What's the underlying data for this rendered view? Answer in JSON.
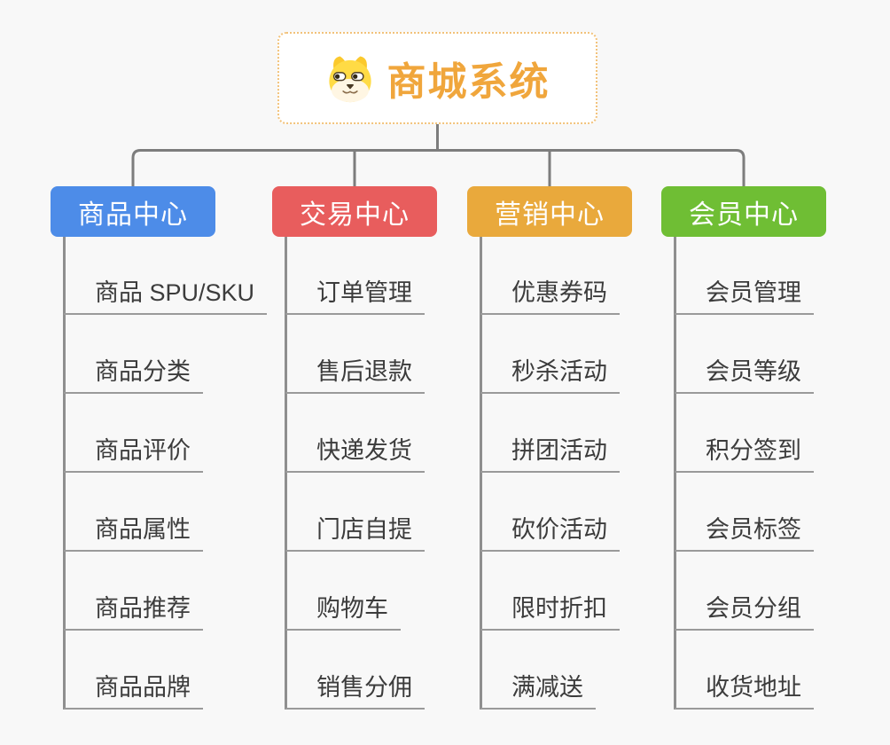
{
  "canvas": {
    "background": "#f8f8f8"
  },
  "root": {
    "title": "商城系统",
    "icon": "dog-face-icon",
    "text_color": "#F0A63C",
    "border_color": "#F2C27A",
    "background": "#FFFFFF"
  },
  "connectors": {
    "color": "#7d7d7d"
  },
  "branches": [
    {
      "title": "商品中心",
      "color": "#4D8CE8",
      "children": [
        "商品 SPU/SKU",
        "商品分类",
        "商品评价",
        "商品属性",
        "商品推荐",
        "商品品牌"
      ]
    },
    {
      "title": "交易中心",
      "color": "#E85D5D",
      "children": [
        "订单管理",
        "售后退款",
        "快递发货",
        "门店自提",
        "购物车",
        "销售分佣"
      ]
    },
    {
      "title": "营销中心",
      "color": "#E9A93C",
      "children": [
        "优惠券码",
        "秒杀活动",
        "拼团活动",
        "砍价活动",
        "限时折扣",
        "满减送"
      ]
    },
    {
      "title": "会员中心",
      "color": "#6FBE34",
      "children": [
        "会员管理",
        "会员等级",
        "积分签到",
        "会员标签",
        "会员分组",
        "收货地址"
      ]
    }
  ]
}
